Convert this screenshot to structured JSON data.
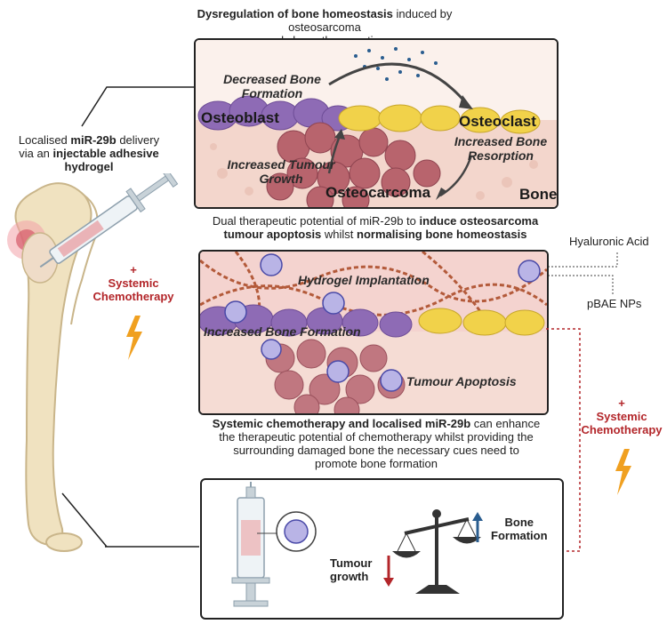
{
  "top_caption": {
    "bold": "Dysregulation of bone homeostasis",
    "rest1": " induced by osteosarcoma",
    "line2": "and chemotherapeutics"
  },
  "panel1": {
    "decreased_bone_formation_1": "Decreased Bone",
    "decreased_bone_formation_2": "Formation",
    "osteoblast": "Osteoblast",
    "osteoclast": "Osteoclast",
    "increased_bone_resorption_1": "Increased Bone",
    "increased_bone_resorption_2": "Resorption",
    "increased_tumour_growth_1": "Increased Tumour",
    "increased_tumour_growth_2": "Growth",
    "osteocarcoma": "Osteocarcoma",
    "bone": "Bone"
  },
  "left": {
    "line1_pre": "Localised ",
    "line1_bold": "miR-29b",
    "line1_post": " delivery",
    "line2_pre": "via an ",
    "line2_bold": "injectable adhesive",
    "line3_bold": "hydrogel",
    "plus": "+",
    "systemic": "Systemic",
    "chemotherapy": "Chemotherapy"
  },
  "mid_caption": {
    "l1_pre": "Dual therapeutic potential of miR-29b to ",
    "l1_bold": "induce osteosarcoma",
    "l2_bold1": "tumour apoptosis",
    "l2_mid": " whilst ",
    "l2_bold2": "normalising bone homeostasis"
  },
  "legend": {
    "hyaluronic_acid": "Hyaluronic Acid",
    "pbae_nps": "pBAE NPs"
  },
  "panel2": {
    "hydrogel_implantation": "Hydrogel Implantation",
    "increased_bone_formation": "Increased Bone Formation",
    "tumour_apoptosis": "Tumour Apoptosis"
  },
  "bottom_caption": {
    "l1_bold": "Systemic chemotherapy and localised miR-29b",
    "l1_rest": " can enhance",
    "l2": "the therapeutic potential of chemotherapy whilst providing the",
    "l3": "surrounding damaged bone the necessary cues need to",
    "l4": "promote bone formation"
  },
  "right": {
    "plus": "+",
    "systemic": "Systemic",
    "chemotherapy": "Chemotherapy"
  },
  "panel3": {
    "bone_1": "Bone",
    "bone_2": "Formation",
    "tumour_1": "Tumour",
    "tumour_2": "growth"
  },
  "colors": {
    "chemo_red": "#b3262a",
    "lightning": "#f0a020",
    "osteoblast": "#8e6bb5",
    "osteoclast": "#f1d24a",
    "tumour": "#b8646d",
    "bone_bg": "#f5dcd4"
  }
}
